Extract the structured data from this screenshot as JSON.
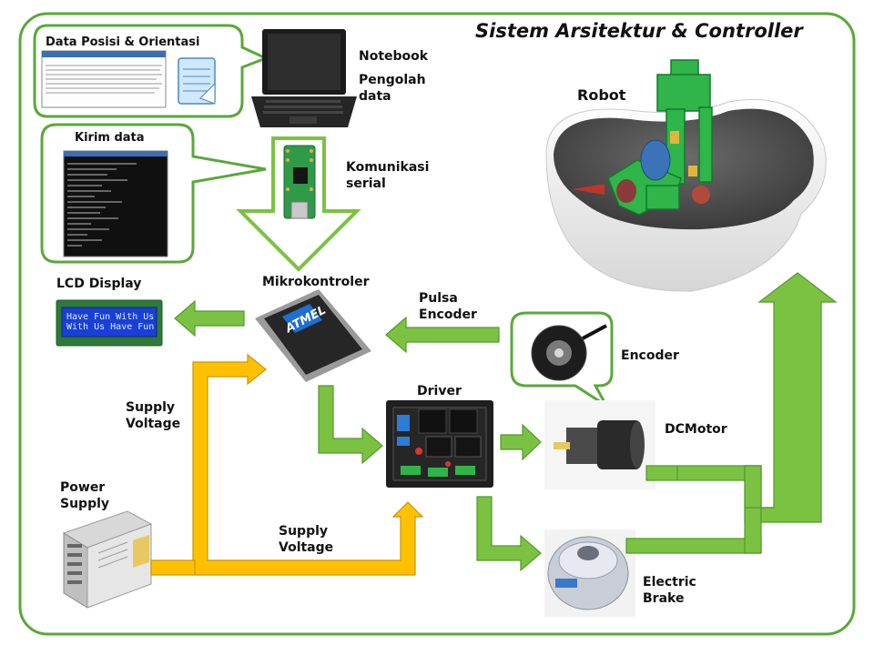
{
  "title": "Sistem Arsitektur & Controller",
  "labels": {
    "data_posisi": "Data Posisi & Orientasi",
    "kirim_data": "Kirim data",
    "notebook": "Notebook",
    "pengolah_1": "Pengolah",
    "pengolah_2": "data",
    "komunikasi_1": "Komunikasi",
    "komunikasi_2": "serial",
    "robot": "Robot",
    "lcd": "LCD Display",
    "mikro": "Mikrokontroler",
    "pulsa_1": "Pulsa",
    "pulsa_2": "Encoder",
    "encoder": "Encoder",
    "driver": "Driver",
    "dc_motor": "DCMotor",
    "supply_1": "Supply",
    "supply_2": "Voltage",
    "supply_b1": "Supply",
    "supply_b2": "Voltage",
    "power_1": "Power",
    "power_2": "Supply",
    "brake_1": "Electric",
    "brake_2": "Brake"
  },
  "lcd_screen": "Have Fun With Us\nWith Us Have Fun",
  "chip_brand": "ATMEL",
  "colors": {
    "frame": "#5aa83a",
    "arrow": "#7cc242",
    "arrow_stroke": "#4f9a2a",
    "supply": "#ffc000",
    "supply_stroke": "#c99400"
  }
}
